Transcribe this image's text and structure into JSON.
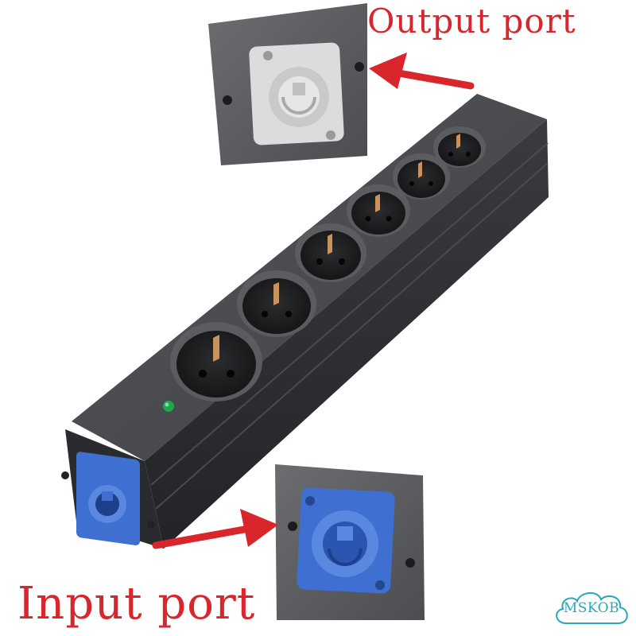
{
  "labels": {
    "output": "Output port",
    "input": "Input port"
  },
  "watermark": "MSKOB",
  "colors": {
    "label_red": "#d8262c",
    "body_dark": "#3a3b3e",
    "output_connector": "#dcdcdc",
    "input_connector": "#3f6fd1",
    "indicator": "#1fa84a",
    "watermark_teal": "#2aa7b8"
  },
  "objects": {
    "socket_count": 6
  }
}
